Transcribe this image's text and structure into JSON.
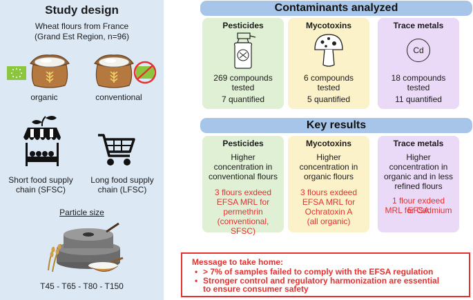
{
  "study": {
    "title": "Study design",
    "wheat_line1": "Wheat flours from France",
    "wheat_line2": "(Grand Est Region, n=96)",
    "organic": "organic",
    "conventional": "conventional",
    "sfsc_line1": "Short food supply",
    "sfsc_line2": "chain (SFSC)",
    "lfsc_line1": "Long food supply",
    "lfsc_line2": "chain (LFSC)",
    "particle_size": "Particle size",
    "classes": "T45 - T65 - T80 - T150"
  },
  "contaminants": {
    "title": "Contaminants analyzed",
    "pesticides": {
      "title": "Pesticides",
      "l1": "269 compounds",
      "l2": "tested",
      "l3": "7 quantified"
    },
    "mycotoxins": {
      "title": "Mycotoxins",
      "l1": "6 compounds",
      "l2": "tested",
      "l3": "5 quantified"
    },
    "metals": {
      "title": "Trace metals",
      "symbol": "Cd",
      "l1": "18 compounds",
      "l2": "tested",
      "l3": "11 quantified"
    }
  },
  "results": {
    "title": "Key results",
    "pesticides": {
      "title": "Pesticides",
      "black": [
        "Higher",
        "concentration in",
        "conventional flours"
      ],
      "red": [
        "3 flours exdeed",
        "EFSA MRL for",
        "permethrin",
        "(conventional, SFSC)"
      ]
    },
    "mycotoxins": {
      "title": "Mycotoxins",
      "black": [
        "Higher",
        "concentration in",
        "organic flours"
      ],
      "red": [
        "3 flours exdeed",
        "EFSA MRL for",
        "Ochratoxin A",
        "(all organic)"
      ]
    },
    "metals": {
      "title": "Trace metals",
      "black": [
        "Higher",
        "concentration in",
        "organic and in less",
        "refined flours"
      ],
      "red": [
        "1 flour exdeed EFSA",
        "MRL for Cadmium"
      ]
    }
  },
  "message": {
    "title": "Message to take home:",
    "bullet": "•",
    "item1": "> 7% of samples failed to comply with the EFSA regulation",
    "item2_line1": "Stronger control and regulatory harmonization are essential",
    "item2_line2": "to ensure consumer safety"
  },
  "colors": {
    "left_panel": "#dce9f5",
    "header_pill": "#a6c5e8",
    "pesticides_card": "#dff0d4",
    "mycotoxins_card": "#fbf2c9",
    "metals_card": "#ead9f7",
    "alert_red": "#e53030"
  },
  "icons": [
    "organic-eu-leaf-icon",
    "flour-sack-icon",
    "no-organic-icon",
    "spray-bottle-icon",
    "mushroom-icon",
    "market-stall-icon",
    "shopping-cart-icon",
    "millstone-icon"
  ]
}
